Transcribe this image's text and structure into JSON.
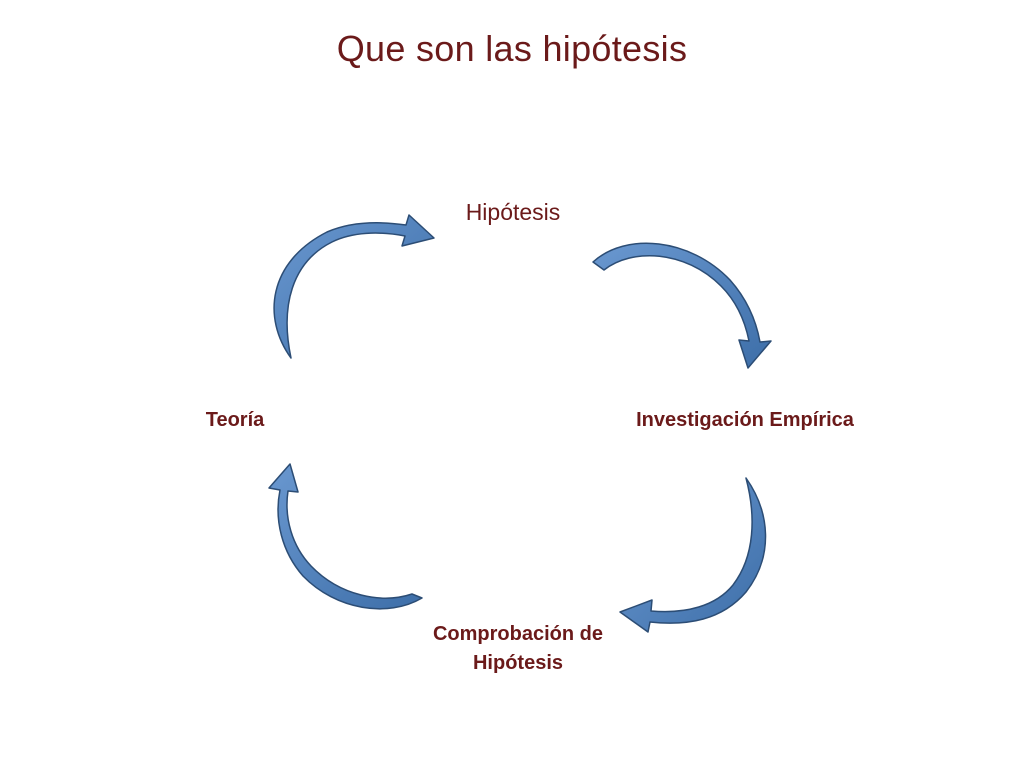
{
  "slide": {
    "title": "Que son las hipótesis"
  },
  "diagram": {
    "type": "cycle",
    "nodes": {
      "top": "Hipótesis",
      "right": "Investigación Empírica",
      "bottom_line1": "Comprobación de",
      "bottom_line2": "Hipótesis",
      "left": "Teoría"
    },
    "colors": {
      "text": "#6b1a1a",
      "arrow_fill": "#4f81bd",
      "arrow_stroke": "#2c4d75"
    }
  }
}
